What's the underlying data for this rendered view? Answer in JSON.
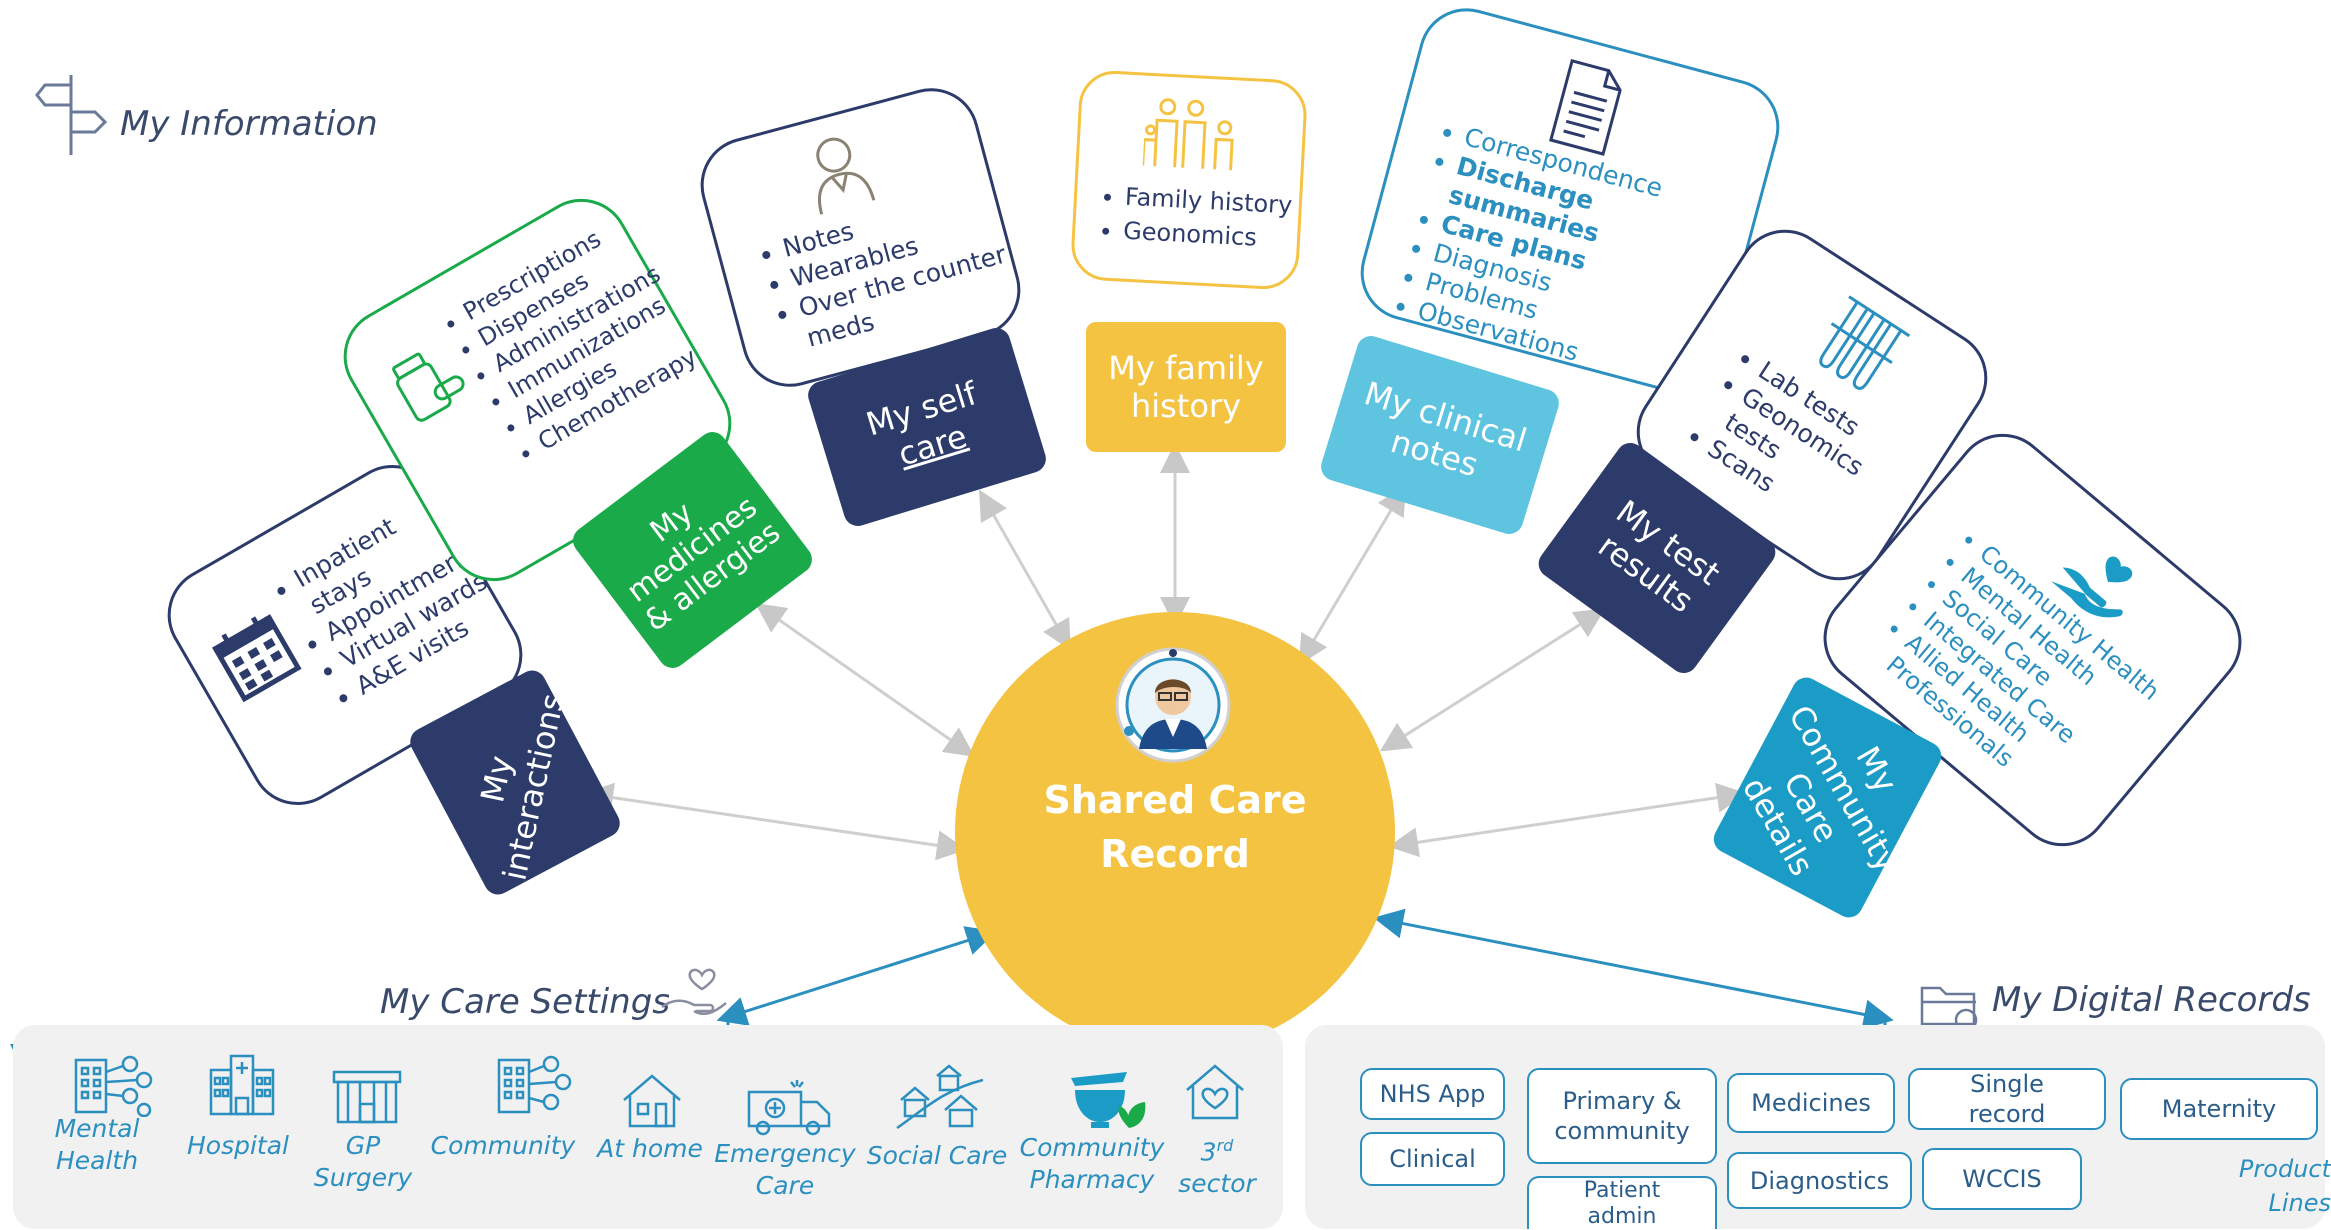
{
  "sections": {
    "my_information": "My Information",
    "my_care_settings": "My Care Settings",
    "my_digital_records": "My Digital Records"
  },
  "center": {
    "line1": "Shared Care",
    "line2": "Record"
  },
  "categories": [
    {
      "id": "interactions",
      "title_line1": "My",
      "title_line2": "interactions",
      "color": "#2d3b6b",
      "items": [
        "Inpatient stays",
        "Appointments",
        "Virtual wards",
        "A&E visits"
      ]
    },
    {
      "id": "medicines",
      "title_line1": "My",
      "title_line2": "medicines",
      "title_line3": "& allergies",
      "color": "#1aaa4a",
      "items": [
        "Prescriptions",
        "Dispenses",
        "Administrations",
        "Immunizations",
        "Allergies",
        "Chemotherapy"
      ]
    },
    {
      "id": "self-care",
      "title_line1": "My self",
      "title_line2": "care",
      "color": "#2d3b6b",
      "items": [
        "Notes",
        "Wearables",
        "Over the counter",
        "meds"
      ]
    },
    {
      "id": "family",
      "title_line1": "My family",
      "title_line2": "history",
      "color": "#f5c342",
      "items": [
        "Family history",
        "Geonomics"
      ]
    },
    {
      "id": "clinical",
      "title_line1": "My clinical",
      "title_line2": "notes",
      "color": "#5ec4e0",
      "items": [
        "Correspondence",
        "Discharge summaries",
        "Care plans",
        "Diagnosis",
        "Problems",
        "Observations"
      ]
    },
    {
      "id": "tests",
      "title_line1": "My test",
      "title_line2": "results",
      "color": "#2d3b6b",
      "items": [
        "Lab tests",
        "Geonomics  tests",
        "Scans"
      ]
    },
    {
      "id": "community",
      "title_line1": "My",
      "title_line2": "Community",
      "title_line3": "Care details",
      "color": "#1b9cc6",
      "items": [
        "Community Health",
        "Mental Health",
        "Social Care",
        "Integrated Care",
        "Allied Health",
        "Professionals"
      ]
    }
  ],
  "care_settings": [
    {
      "label_line1": "Mental",
      "label_line2": "Health",
      "icon": "building-people-icon"
    },
    {
      "label_line1": "Hospital",
      "label_line2": "",
      "icon": "hospital-icon"
    },
    {
      "label_line1": "GP",
      "label_line2": "Surgery",
      "icon": "gp-surgery-icon"
    },
    {
      "label_line1": "Community",
      "label_line2": "",
      "icon": "community-icon"
    },
    {
      "label_line1": "At home",
      "label_line2": "",
      "icon": "home-icon"
    },
    {
      "label_line1": "Emergency",
      "label_line2": "Care",
      "icon": "ambulance-icon"
    },
    {
      "label_line1": "Social Care",
      "label_line2": "",
      "icon": "houses-icon"
    },
    {
      "label_line1": "Community",
      "label_line2": "Pharmacy",
      "icon": "pharmacy-icon"
    },
    {
      "label_line1": "3",
      "label_sup": "rd",
      "label_line2": "sector",
      "icon": "heart-house-icon"
    }
  ],
  "digital_records": {
    "nhs_app": "NHS App",
    "clinical": "Clinical",
    "primary_l1": "Primary &",
    "primary_l2": "community",
    "patient_l1": "Patient",
    "patient_l2": "admin",
    "medicines": "Medicines",
    "diagnostics": "Diagnostics",
    "single_l1": "Single",
    "single_l2": "record",
    "wccis": "WCCIS",
    "maternity": "Maternity",
    "product_l1": "Product",
    "product_l2": "Lines"
  },
  "colors": {
    "navy": "#2d3b6b",
    "green": "#1aaa4a",
    "yellow": "#f5c342",
    "light_blue": "#5ec4e0",
    "teal": "#1b9cc6",
    "text_blue": "#2b8fc0"
  }
}
